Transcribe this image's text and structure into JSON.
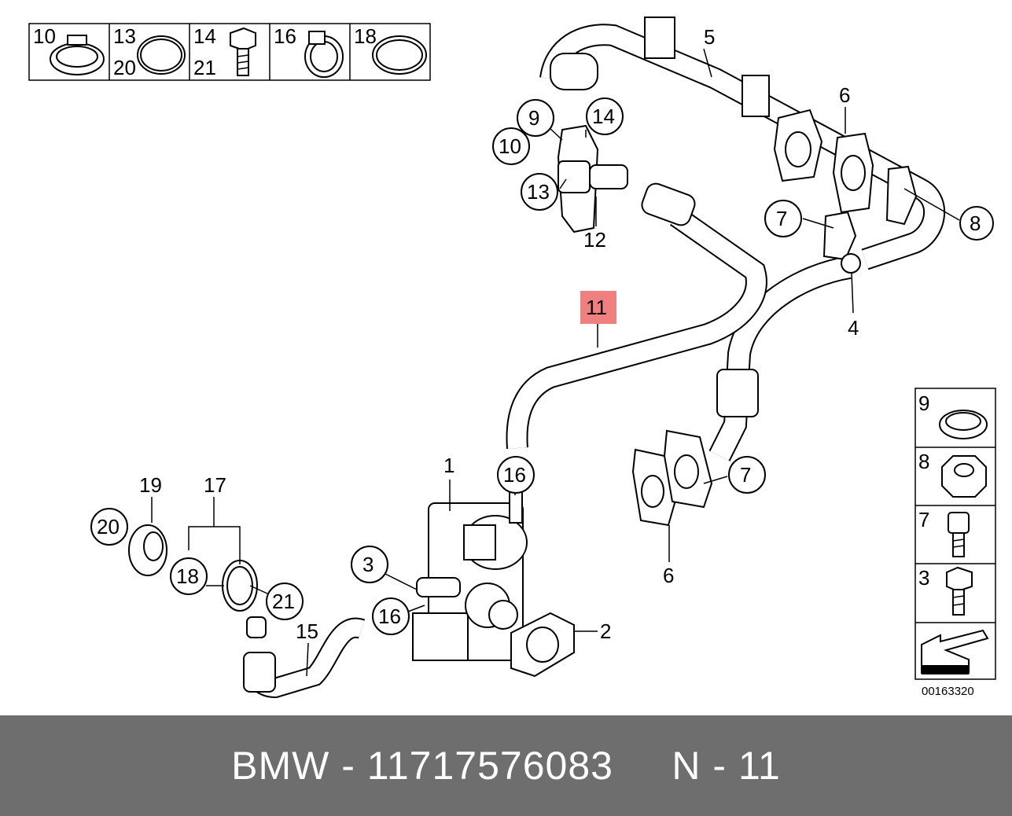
{
  "legend_top": {
    "cells": [
      {
        "numbers": [
          "10"
        ]
      },
      {
        "numbers": [
          "13",
          "20"
        ]
      },
      {
        "numbers": [
          "14",
          "21"
        ]
      },
      {
        "numbers": [
          "16"
        ]
      },
      {
        "numbers": [
          "18"
        ]
      }
    ]
  },
  "legend_right": {
    "cells": [
      {
        "number": "9"
      },
      {
        "number": "8"
      },
      {
        "number": "7"
      },
      {
        "number": "3"
      }
    ],
    "code": "00163320"
  },
  "callouts": {
    "c1": "1",
    "c2": "2",
    "c3": "3",
    "c4": "4",
    "c5": "5",
    "c6a": "6",
    "c6b": "6",
    "c7a": "7",
    "c7b": "7",
    "c8": "8",
    "c9": "9",
    "c10": "10",
    "c11": "11",
    "c12": "12",
    "c13": "13",
    "c14": "14",
    "c15": "15",
    "c16a": "16",
    "c16b": "16",
    "c17": "17",
    "c18": "18",
    "c19": "19",
    "c20": "20",
    "c21": "21"
  },
  "highlight_color": "#f08080",
  "footer": {
    "text": "BMW - 11717576083     N - 11"
  }
}
